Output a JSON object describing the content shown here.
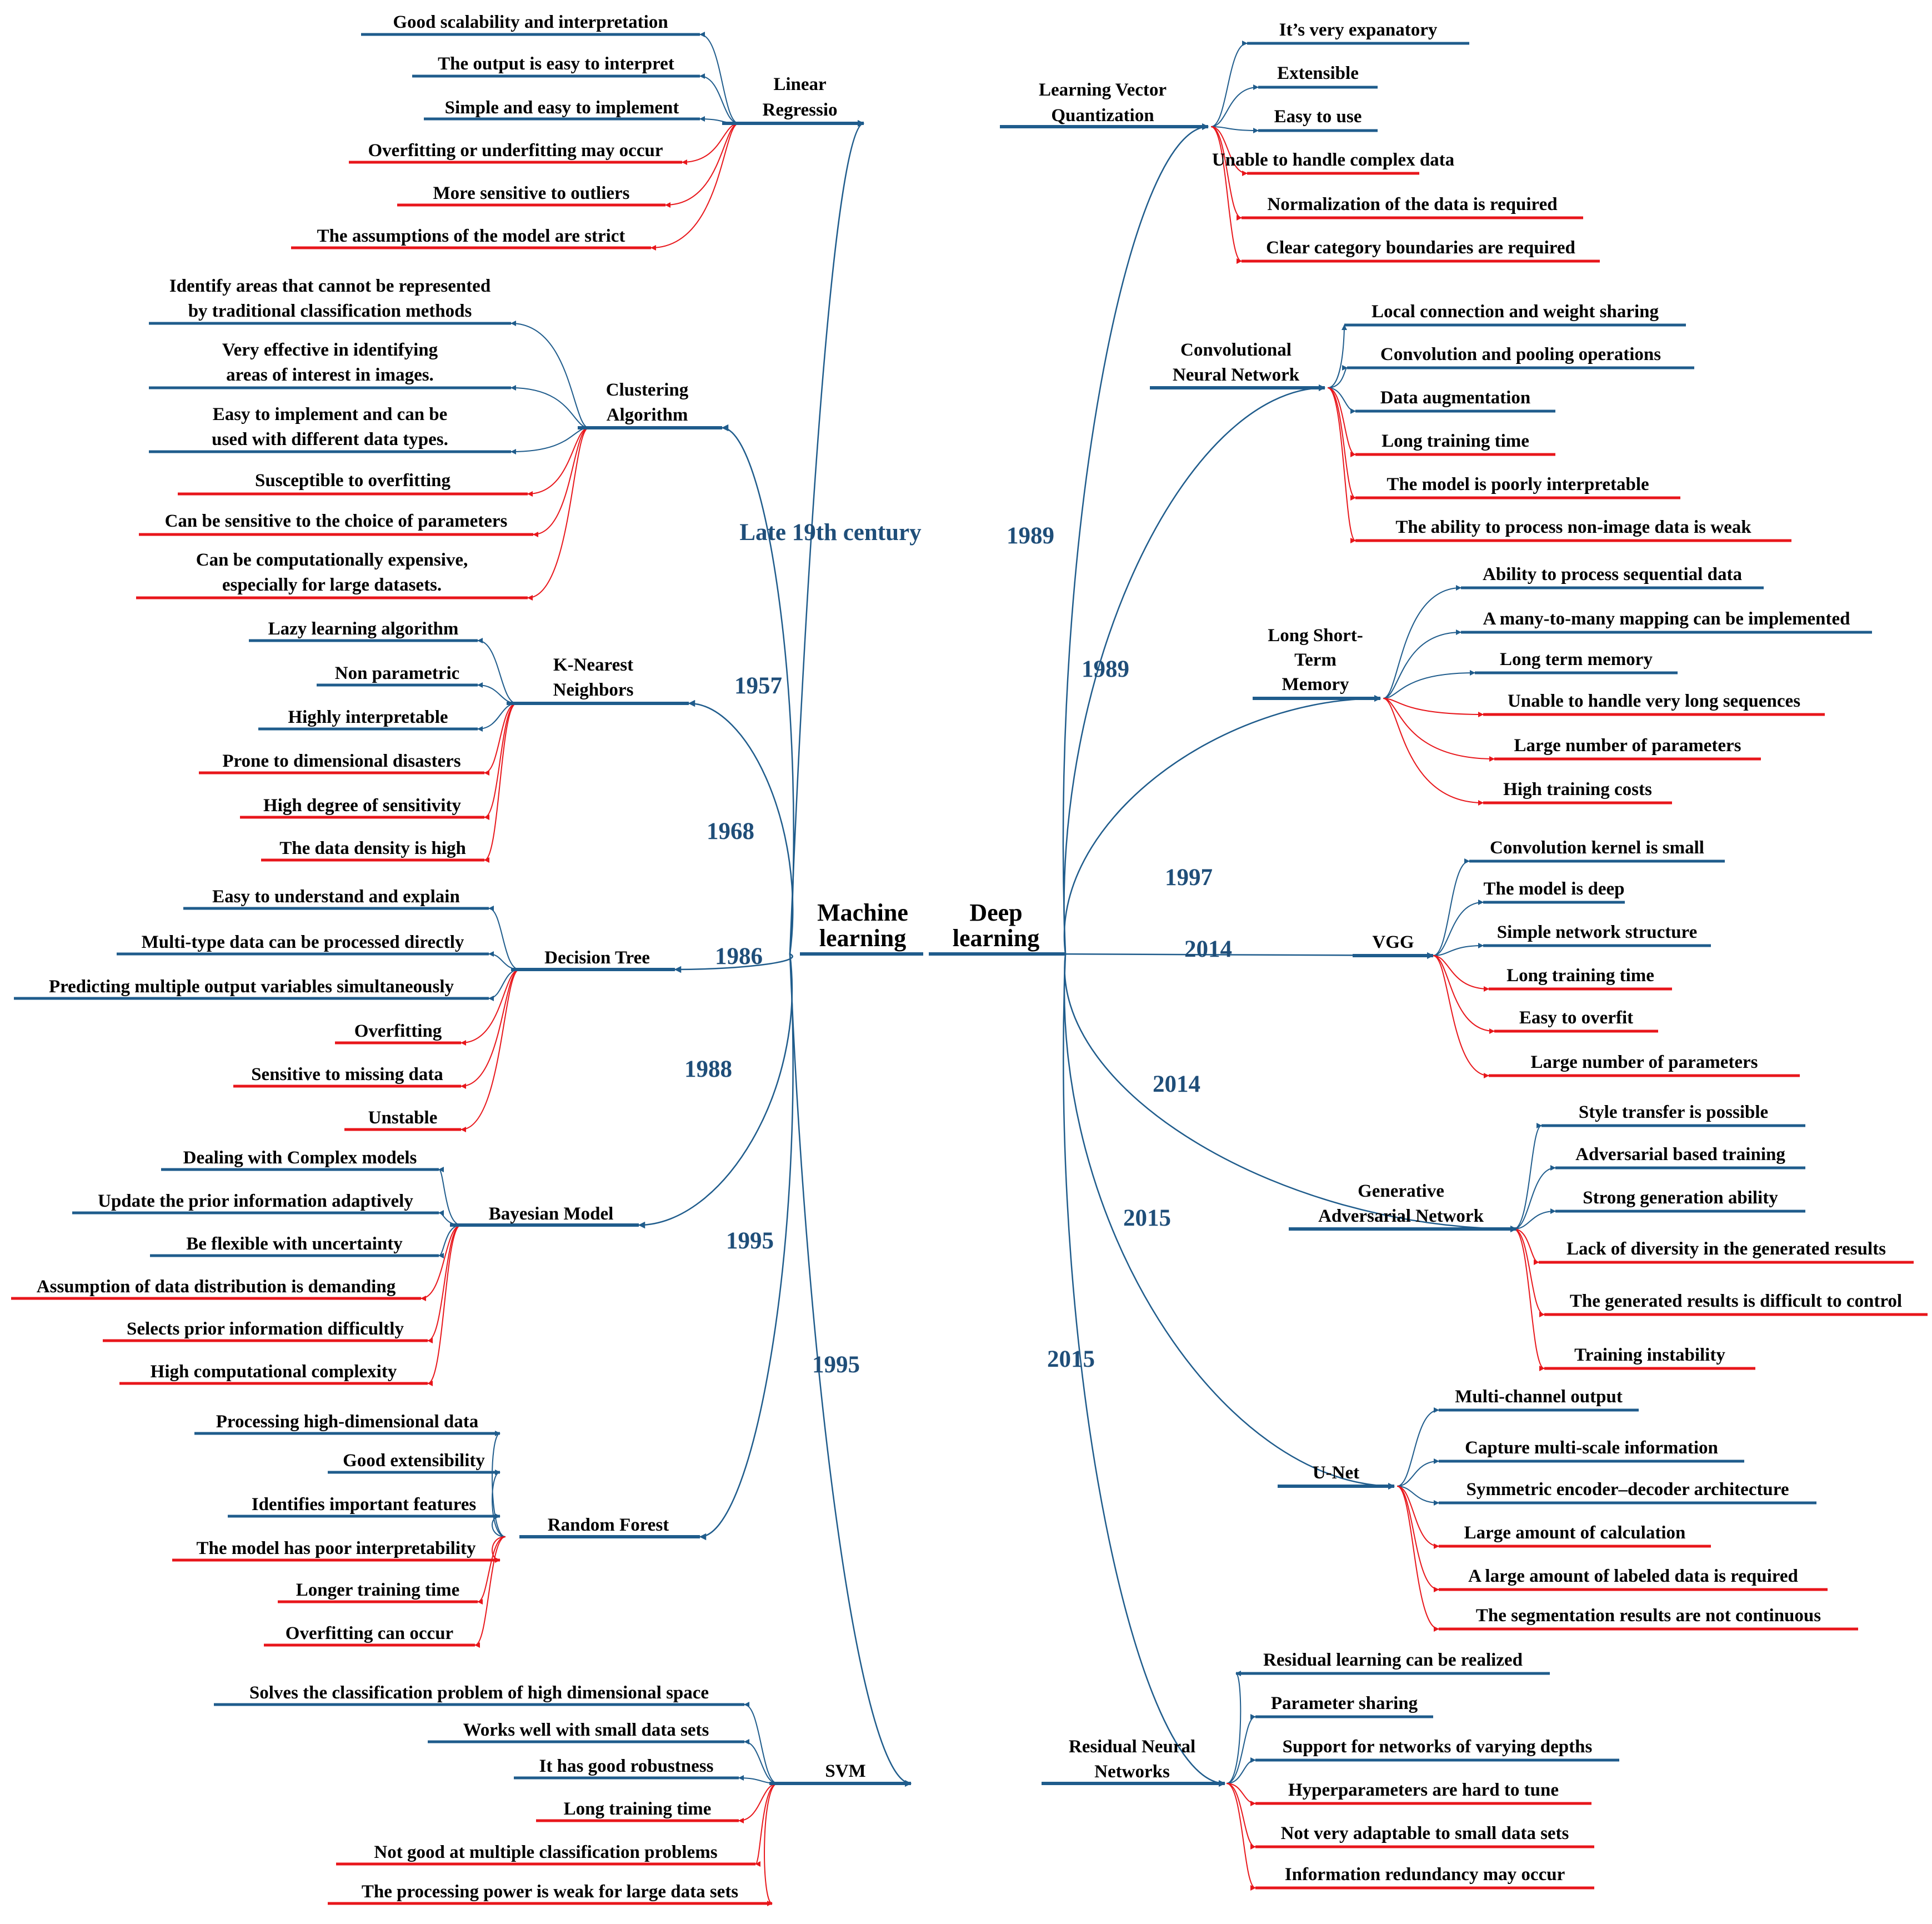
{
  "colors": {
    "blue": "#1f5c8c",
    "red": "#e8161b",
    "year": "#1f4e79",
    "text": "#000000"
  },
  "roots": {
    "left": "Machine learning",
    "right": "Deep learning"
  },
  "left": [
    {
      "name": "Linear Regressio",
      "year": "Late 19th century",
      "pros": [
        "Good scalability and interpretation",
        "The output is easy to interpret",
        "Simple and easy to implement"
      ],
      "cons": [
        "Overfitting or underfitting may occur",
        "More sensitive to outliers",
        "The assumptions of the model are strict"
      ]
    },
    {
      "name": "Clustering Algorithm",
      "year": "1957",
      "pros": [
        "Identify areas that cannot be represented by traditional classification methods",
        "Very effective in identifying areas of interest in images.",
        "Easy  to implement and can be used with different data types."
      ],
      "cons": [
        "Susceptible to overfitting",
        "Can be sensitive to the choice of parameters",
        "Can be computationally expensive, especially for large datasets."
      ]
    },
    {
      "name": "K-Nearest Neighbors",
      "year": "1968",
      "pros": [
        "Lazy learning algorithm",
        "Non parametric",
        "Highly interpretable"
      ],
      "cons": [
        "Prone to dimensional disasters",
        "High degree of sensitivity",
        "The data density is high"
      ]
    },
    {
      "name": "Decision Tree",
      "year": "1986",
      "pros": [
        "Easy to understand and explain",
        "Multi-type data can be processed directly",
        "Predicting multiple output variables simultaneously"
      ],
      "cons": [
        "Overfitting",
        "Sensitive to missing data",
        "Unstable"
      ]
    },
    {
      "name": "Bayesian Model",
      "year": "1988",
      "pros": [
        "Dealing with Complex models",
        "Update the prior information adaptively",
        "Be flexible with uncertainty"
      ],
      "cons": [
        "Assumption of data distribution is demanding",
        "Selects prior information difficultly",
        "High computational complexity"
      ]
    },
    {
      "name": "Random Forest",
      "year": "1995",
      "pros": [
        "Processing high-dimensional data",
        "Good extensibility",
        "Identifies important features"
      ],
      "cons": [
        "The model has poor interpretability",
        "Longer training time",
        "Overfitting can occur"
      ]
    },
    {
      "name": "SVM",
      "year": "1995",
      "pros": [
        "Solves the classification problem of high dimensional space",
        "Works well with small data sets",
        "It has good robustness"
      ],
      "cons": [
        "Long training time",
        "Not good at multiple classification problems",
        "The processing power is weak for large data sets"
      ]
    }
  ],
  "right": [
    {
      "name": "Learning Vector Quantization",
      "year": "1989",
      "pros": [
        "It’s very expanatory",
        "Extensible",
        "Easy to use"
      ],
      "cons": [
        "Unable to handle complex data",
        "Normalization of the data is required",
        "Clear category boundaries are required"
      ]
    },
    {
      "name": "Convolutional Neural Network",
      "year": "1989",
      "pros": [
        "Local connection and weight sharing",
        "Convolution and pooling operations",
        "Data augmentation"
      ],
      "cons": [
        "Long training time",
        "The model is poorly interpretable",
        "The ability to process non-image data is weak"
      ]
    },
    {
      "name": "Long Short-Term Memory",
      "year": "1997",
      "pros": [
        "Ability to process sequential data",
        "A many-to-many mapping can be implemented",
        "Long term memory"
      ],
      "cons": [
        "Unable to handle very long sequences",
        "Large number of parameters",
        "High training costs"
      ]
    },
    {
      "name": "VGG",
      "year": "2014",
      "pros": [
        "Convolution kernel is small",
        "The model is  deep",
        "Simple network structure"
      ],
      "cons": [
        "Long training time",
        "Easy to overfit",
        "Large number of parameters"
      ]
    },
    {
      "name": "Generative Adversarial Network",
      "year": "2014",
      "pros": [
        "Style transfer is possible",
        "Adversarial based training",
        "Strong generation ability"
      ],
      "cons": [
        "Lack of diversity in the generated results",
        "The generated results is difficult to control",
        "Training instability"
      ]
    },
    {
      "name": "U-Net",
      "year": "2015",
      "pros": [
        "Multi-channel output",
        "Capture multi-scale information",
        "Symmetric encoder–decoder architecture"
      ],
      "cons": [
        "Large amount of calculation",
        "A large amount of labeled data is required",
        "The segmentation results are not continuous"
      ]
    },
    {
      "name": "Residual Neural Networks",
      "year": "2015",
      "pros": [
        "Residual learning can be realized",
        "Parameter sharing",
        "Support for networks of varying depths"
      ],
      "cons": [
        "Hyperparameters are hard to tune",
        "Not very adaptable to small data sets",
        "Information redundancy may occur"
      ]
    }
  ]
}
